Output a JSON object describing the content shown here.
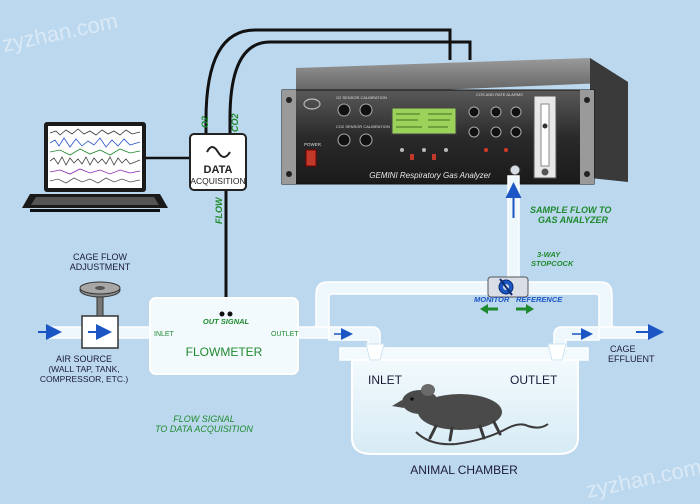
{
  "watermark": "zyzhan.com",
  "analyzer": {
    "name": "GEMINI Respiratory Gas Analyzer",
    "o2_cal_label": "O2 SENSOR CALIBRATION",
    "co2_cal_label": "CO2 SENSOR CALIBRATION",
    "alarm_label": "COS AND RATE ALARMS",
    "power_label": "POWER"
  },
  "data_acquisition": {
    "label_line1": "DATA",
    "label_line2": "ACQUISITION",
    "input_o2": "O2",
    "input_co2": "CO2",
    "input_flow": "FLOW"
  },
  "labels": {
    "sample_flow_line1": "SAMPLE FLOW TO",
    "sample_flow_line2": "GAS ANALYZER",
    "stopcock_line1": "3-WAY",
    "stopcock_line2": "STOPCOCK",
    "monitor": "MONITOR",
    "reference": "REFERENCE",
    "cage_flow_line1": "CAGE FLOW",
    "cage_flow_line2": "ADJUSTMENT",
    "out_signal": "OUT SIGNAL",
    "inlet_small": "INLET",
    "outlet_small": "OUTLET",
    "flowmeter": "FLOWMETER",
    "air_source_line1": "AIR SOURCE",
    "air_source_line2": "(WALL TAP, TANK,",
    "air_source_line3": "COMPRESSOR, ETC.)",
    "cage_effluent_line1": "CAGE",
    "cage_effluent_line2": "EFFLUENT",
    "chamber_inlet": "INLET",
    "chamber_outlet": "OUTLET",
    "flow_signal_line1": "FLOW SIGNAL",
    "flow_signal_line2": "TO DATA ACQUISITION",
    "animal_chamber": "ANIMAL CHAMBER"
  },
  "colors": {
    "background": "#bcd8ee",
    "label_green": "#1e8a2e",
    "arrow_blue": "#1b56c4",
    "tube_fill": "#eef7fb",
    "tube_edge": "#ffffff",
    "text_dark": "#1b1b3a"
  }
}
